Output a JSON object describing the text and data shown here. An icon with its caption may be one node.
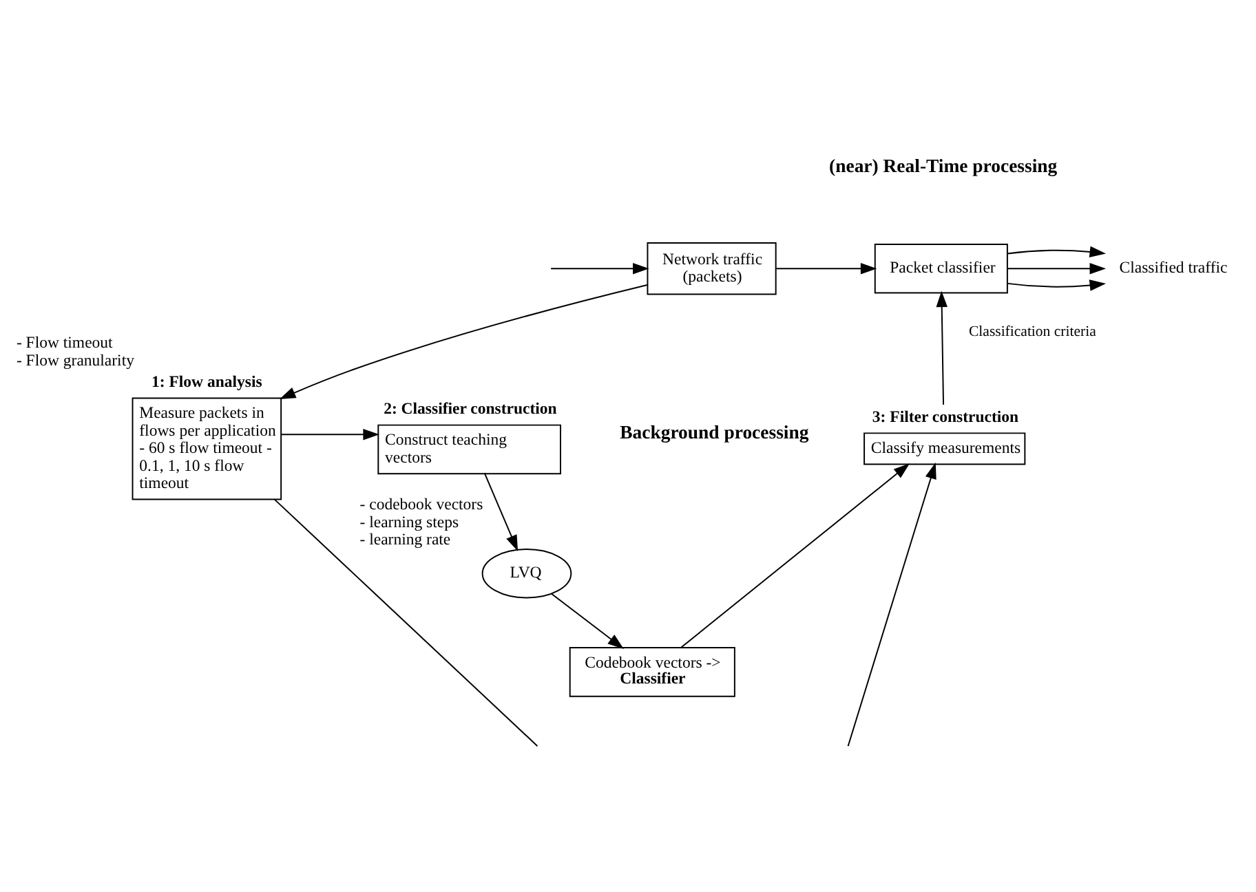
{
  "diagram": {
    "nodes": [
      {
        "text": [
          "Network traffic (packets)"
        ]
      },
      {
        "text": [
          "Packet classifier"
        ]
      },
      {
        "text": [
          "Classified traffic"
        ]
      },
      {
        "text": [
          "1: Flow analysis",
          "Measure packets in flows per application - 60 s flow timeout - 0.1, 1, 10 s flow timeout"
        ],
        "beside": [
          "- Flow timeout",
          "- Flow granularity"
        ]
      },
      {
        "text": [
          "2: Classifier construction",
          "Construct teaching vectors"
        ]
      },
      {
        "text": [
          "LVQ"
        ],
        "beside": [
          "- codebook vectors",
          "- learning steps",
          "- learning rate"
        ]
      },
      {
        "text": [
          "Codebook vectors -> **Classifier**"
        ]
      },
      {
        "text": [
          "3: Filter construction",
          "Classify measurements"
        ]
      }
    ],
    "edges": [
      {
        "from": null,
        "to": 0,
        "arrow": "to"
      },
      {
        "from": 0,
        "to": 1,
        "arrow": "to"
      },
      {
        "from": 1,
        "to": 2,
        "arrow": "to"
      },
      {
        "from": 1,
        "to": 2,
        "arrow": "to"
      },
      {
        "from": 1,
        "to": 2,
        "arrow": "to"
      },
      {
        "from": 0,
        "to": 3,
        "arrow": "to"
      },
      {
        "from": 3,
        "to": 4,
        "arrow": "to"
      },
      {
        "from": 4,
        "to": 5,
        "arrow": "to"
      },
      {
        "from": 5,
        "to": 6,
        "arrow": "to"
      },
      {
        "from": 6,
        "to": 7,
        "arrow": "to"
      },
      {
        "from": 7,
        "to": 1,
        "arrow": "to",
        "label": "Classification criteria"
      },
      {
        "from": 3,
        "to": null,
        "arrow": "none"
      },
      {
        "from": null,
        "to": 7,
        "arrow": "to"
      }
    ],
    "labels": [
      "(near) Real-Time processing",
      "Background processing"
    ]
  }
}
